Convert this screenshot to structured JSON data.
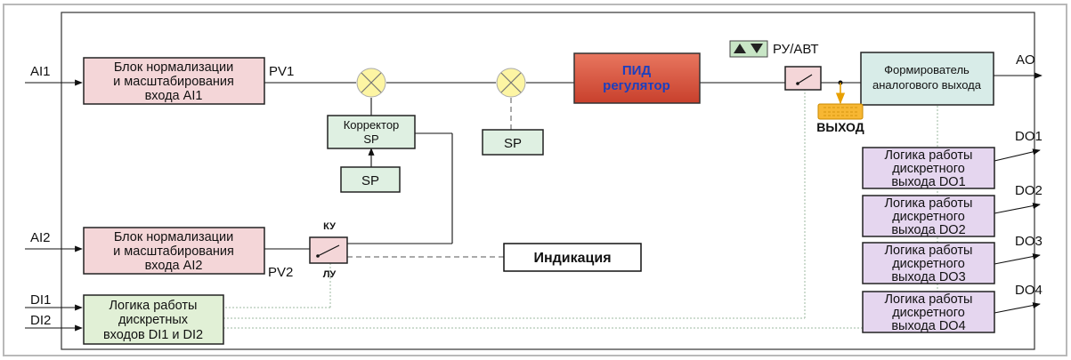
{
  "inputs": {
    "ai1": "AI1",
    "ai2": "AI2",
    "di1": "DI1",
    "di2": "DI2"
  },
  "outputs": {
    "ao": "AO",
    "do1": "DO1",
    "do2": "DO2",
    "do3": "DO3",
    "do4": "DO4"
  },
  "signals": {
    "pv1": "PV1",
    "pv2": "PV2",
    "ku": "КУ",
    "lu": "ЛУ",
    "ru_avt": "РУ/АВТ"
  },
  "blocks": {
    "norm_ai1": [
      "Блок нормализации",
      "и масштабирования",
      "входа AI1"
    ],
    "norm_ai2": [
      "Блок нормализации",
      "и масштабирования",
      "входа AI2"
    ],
    "corrector": [
      "Корректор",
      "SP"
    ],
    "sp_lower": "SP",
    "sp_upper": "SP",
    "pid": [
      "ПИД",
      "регулятор"
    ],
    "ao_former": [
      "Формирователь",
      "аналогового выхода"
    ],
    "di_logic": [
      "Логика работы",
      "дискретных",
      "входов DI1 и DI2"
    ],
    "indication": "Индикация",
    "output_label": "ВЫХОД",
    "do_logic": [
      [
        "Логика работы",
        "дискретного",
        "выхода DO1"
      ],
      [
        "Логика работы",
        "дискретного",
        "выхода DO2"
      ],
      [
        "Логика работы",
        "дискретного",
        "выхода DO3"
      ],
      [
        "Логика работы",
        "дискретного",
        "выхода DO4"
      ]
    ]
  },
  "colors": {
    "norm_fill": "#f4d6d8",
    "pid_fill": "#d9533e",
    "corrector_fill": "#dff0e2",
    "do_fill": "#e5d6ef",
    "di_fill": "#e1f0d6",
    "ao_fill": "#d8ece8",
    "summer_fill": "#fdf5a3",
    "frame": "#b9b9b9"
  }
}
